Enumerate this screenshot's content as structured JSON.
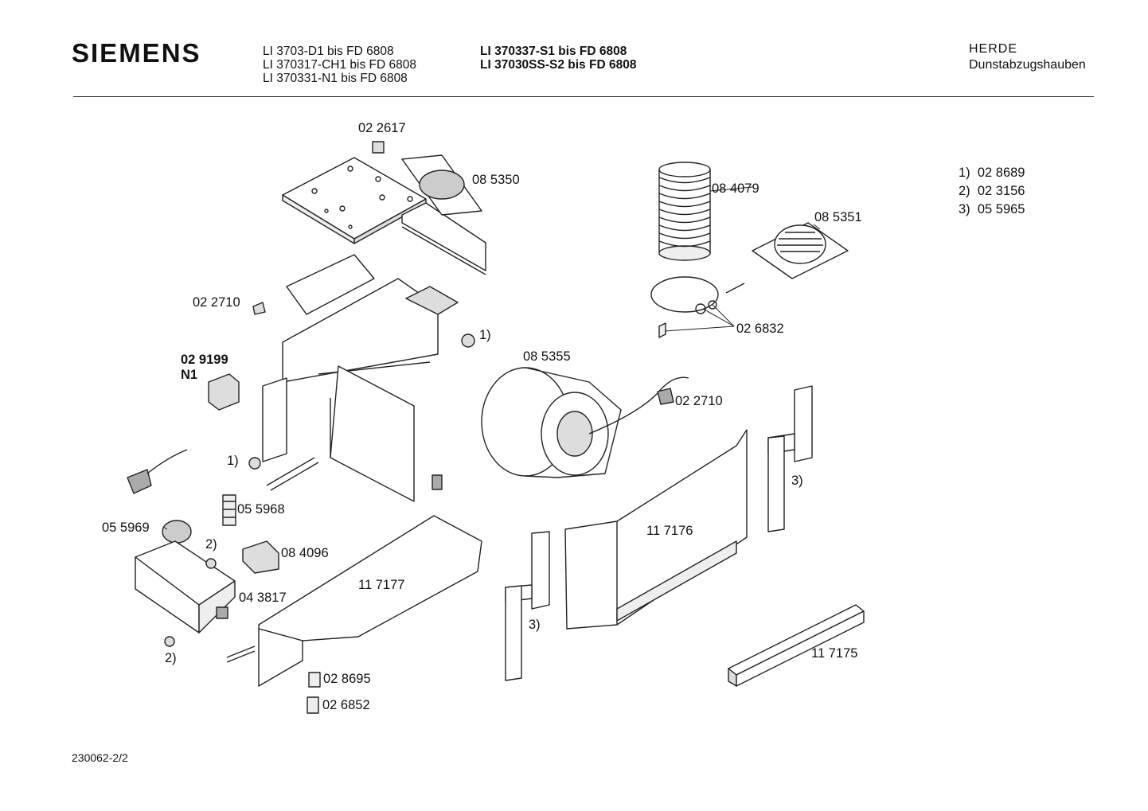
{
  "header": {
    "brand": "SIEMENS",
    "models_left": [
      "LI 3703-D1 bis FD 6808",
      "LI 370317-CH1 bis FD 6808",
      "LI 370331-N1 bis FD 6808"
    ],
    "models_right": [
      "LI 370337-S1 bis FD 6808",
      "LI 37030SS-S2 bis FD 6808"
    ],
    "category": "HERDE",
    "subcategory": "Dunstabzugshauben"
  },
  "legend": [
    {
      "key": "1)",
      "part": "02 8689"
    },
    {
      "key": "2)",
      "part": "02 3156"
    },
    {
      "key": "3)",
      "part": "05 5965"
    }
  ],
  "parts": {
    "p022617": "02 2617",
    "p085350": "08 5350",
    "p084079": "08 4079",
    "p085351": "08 5351",
    "p022710a": "02 2710",
    "p022710b": "02 2710",
    "p026832": "02 6832",
    "p085355": "08 5355",
    "p029199": "02 9199",
    "pN1": "N1",
    "ref1a": "1)",
    "ref1b": "1)",
    "ref2a": "2)",
    "ref2b": "2)",
    "ref3a": "3)",
    "ref3b": "3)",
    "p055968": "05 5968",
    "p055969": "05 5969",
    "p084096": "08 4096",
    "p117177": "11 7177",
    "p117176": "11 7176",
    "p043817": "04 3817",
    "p028695": "02 8695",
    "p026852": "02 6852",
    "p117175": "11 7175"
  },
  "footer": {
    "doc_number": "230062-2/2"
  }
}
